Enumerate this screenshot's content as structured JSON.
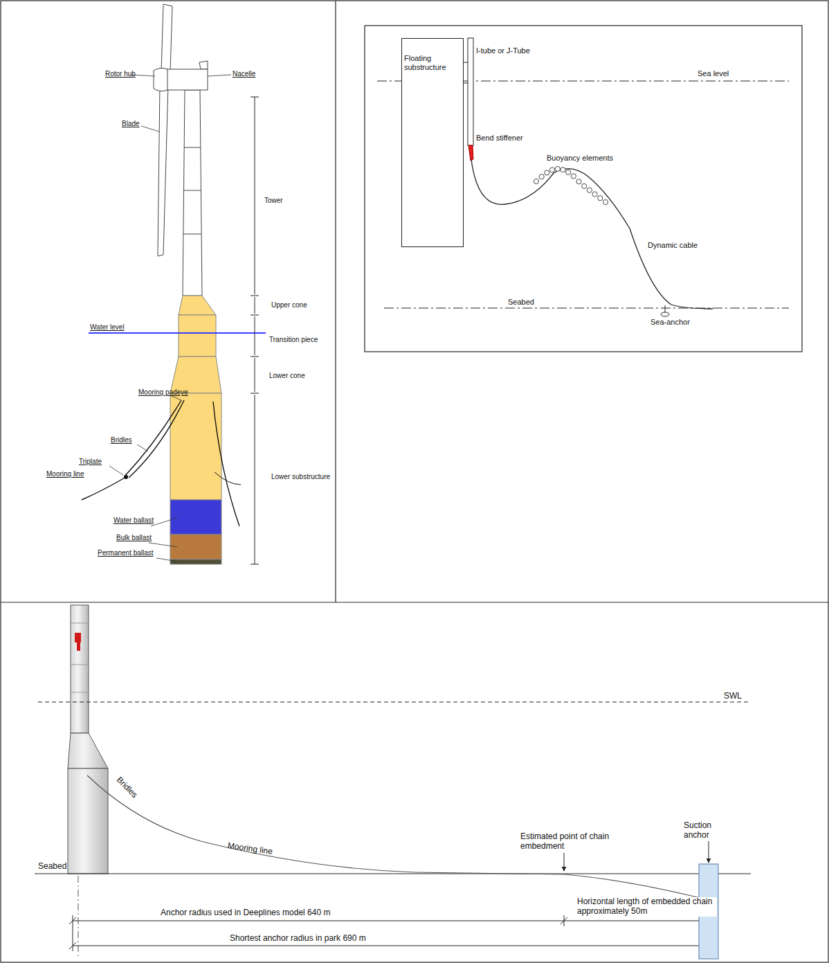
{
  "diagram": {
    "nodes": [
      {
        "text": [
          "Floating substructure"
        ]
      }
    ],
    "labels": [
      "Rotor hub",
      "Nacelle",
      "Blade",
      "Tower",
      "Upper cone",
      "Water level",
      "Transition piece",
      "Lower cone",
      "Mooring padeye",
      "Bridles",
      "Triplate",
      "Mooring line",
      "Lower substructure",
      "Water ballast",
      "Bulk ballast",
      "Permanent ballast",
      "I-tube or J-Tube",
      "Sea level",
      "Bend stiffener",
      "Buoyancy elements",
      "Dynamic cable",
      "Seabed",
      "Sea-anchor",
      "SWL",
      "Bridles",
      "Mooring line",
      "Seabed",
      "Estimated point of chain embedment",
      "Suction anchor",
      "Anchor radius used in Deeplines model 640 m",
      "Horizontal length of embedded chain approximately 50m",
      "Shortest anchor radius in park 690 m"
    ]
  }
}
